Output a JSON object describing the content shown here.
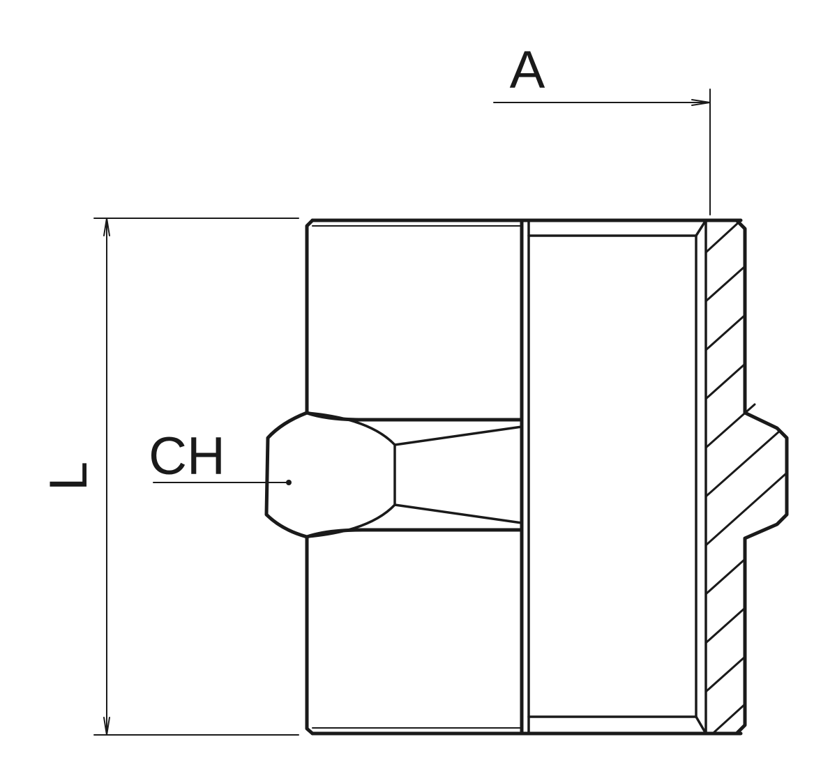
{
  "labels": {
    "dimension_a": "A",
    "dimension_l": "L",
    "hex_size": "CH"
  },
  "colors": {
    "line": "#1a1a1a",
    "background": "#ffffff"
  }
}
